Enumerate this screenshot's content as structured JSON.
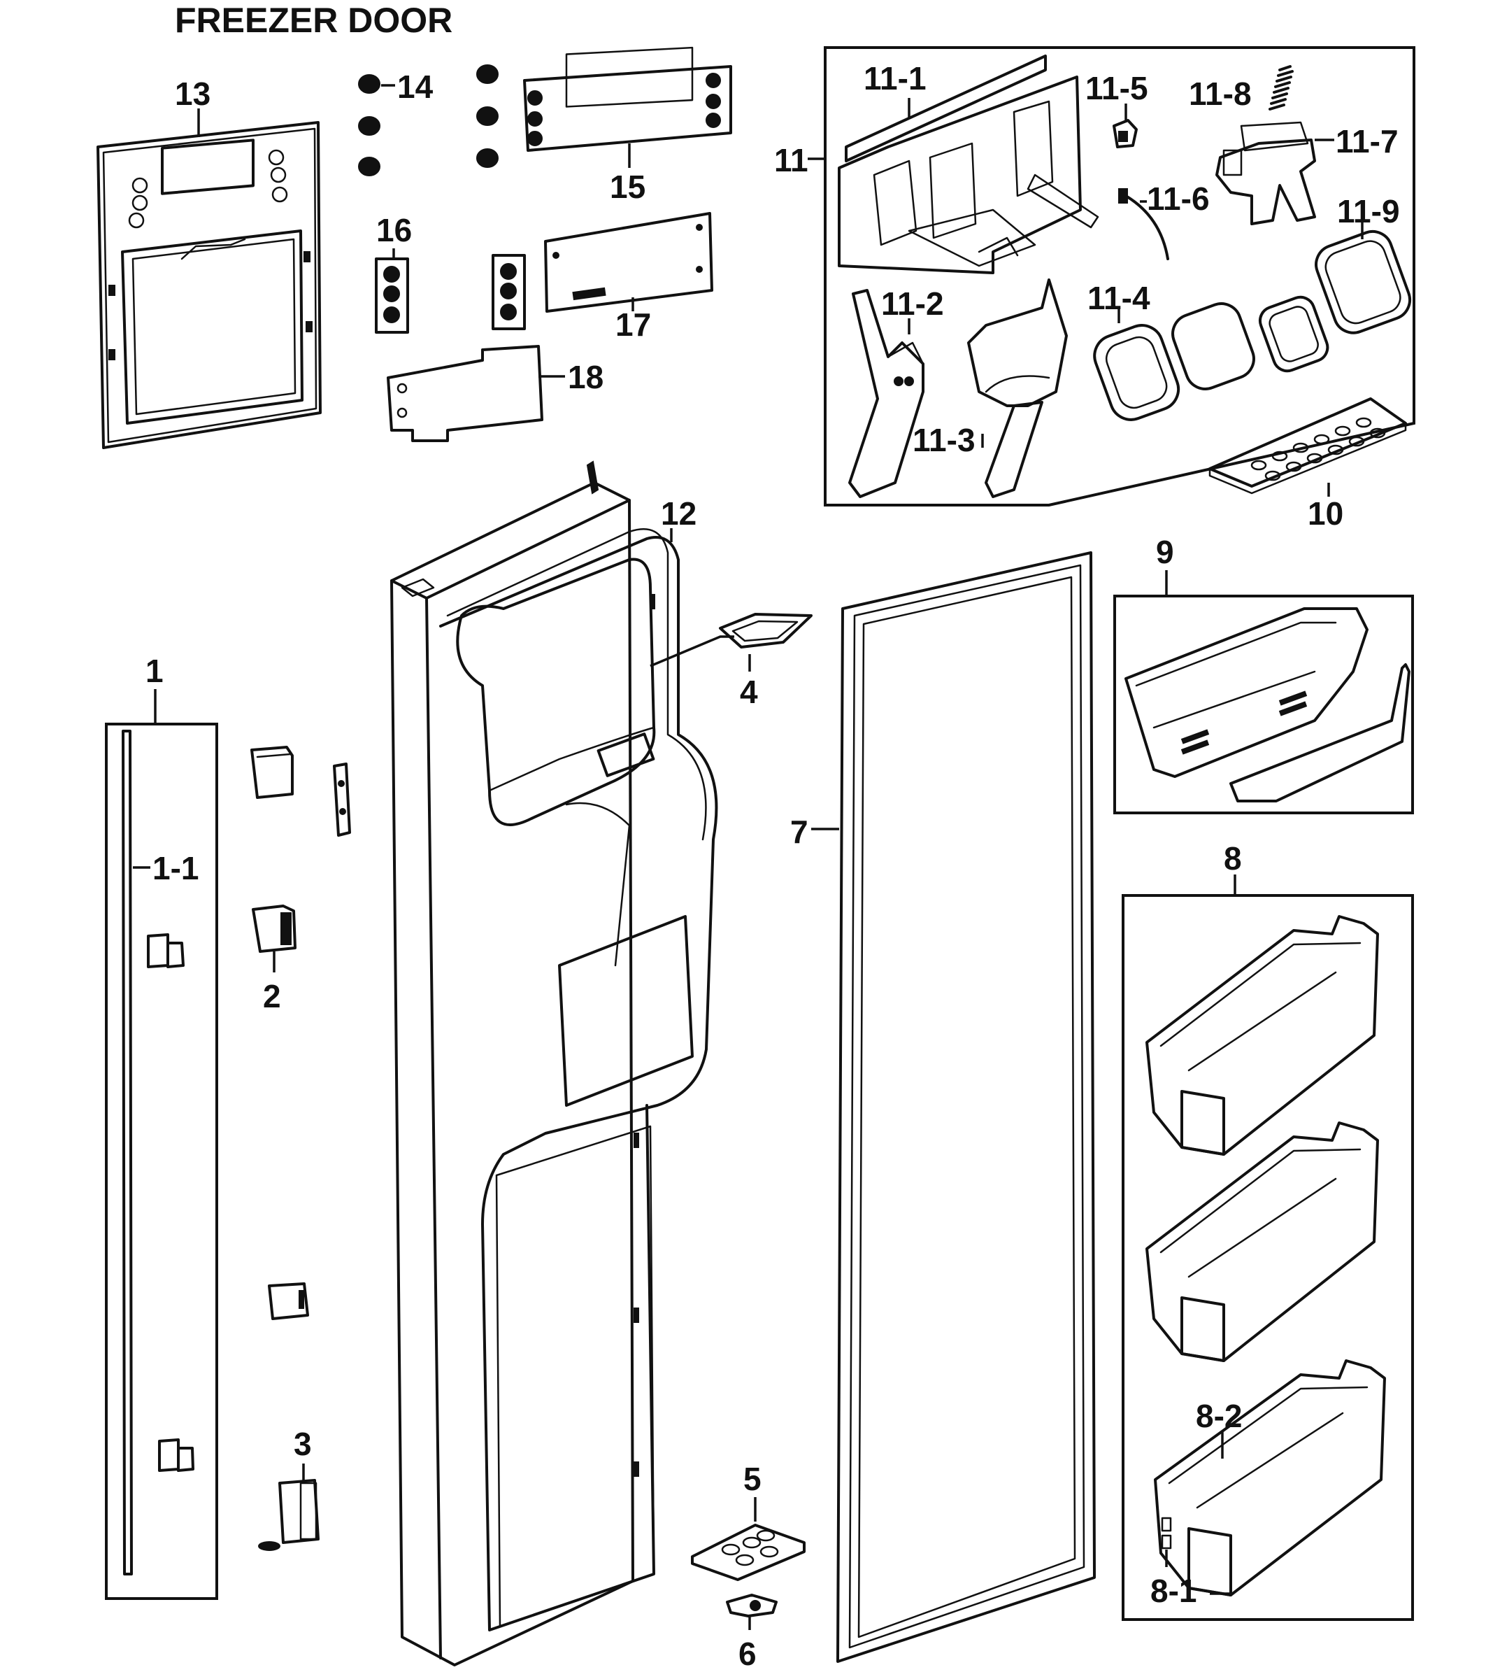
{
  "title": "FREEZER DOOR",
  "labels": {
    "p1": "1",
    "p1_1": "1-1",
    "p2": "2",
    "p3": "3",
    "p4": "4",
    "p5": "5",
    "p6": "6",
    "p7": "7",
    "p8": "8",
    "p8_1": "8-1",
    "p8_2": "8-2",
    "p9": "9",
    "p10": "10",
    "p11": "11",
    "p11_1": "11-1",
    "p11_2": "11-2",
    "p11_3": "11-3",
    "p11_4": "11-4",
    "p11_5": "11-5",
    "p11_6": "11-6",
    "p11_7": "11-7",
    "p11_8": "11-8",
    "p11_9": "11-9",
    "p12": "12",
    "p13": "13",
    "p14": "14",
    "p15": "15",
    "p16": "16",
    "p17": "17",
    "p18": "18"
  },
  "colors": {
    "line": "#111111",
    "background": "#ffffff",
    "shade": "#cfcfcf"
  }
}
